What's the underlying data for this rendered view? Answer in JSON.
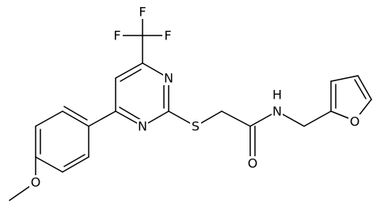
{
  "diagram": {
    "type": "chemical-structure",
    "atoms": {
      "F1": "F",
      "F2": "F",
      "F3": "F",
      "N_ring_top": "N",
      "N_ring_bottom": "N",
      "S": "S",
      "O_carbonyl": "O",
      "N_amide": "N",
      "H_amide": "H",
      "O_furan": "O",
      "O_methoxy": "O"
    }
  }
}
